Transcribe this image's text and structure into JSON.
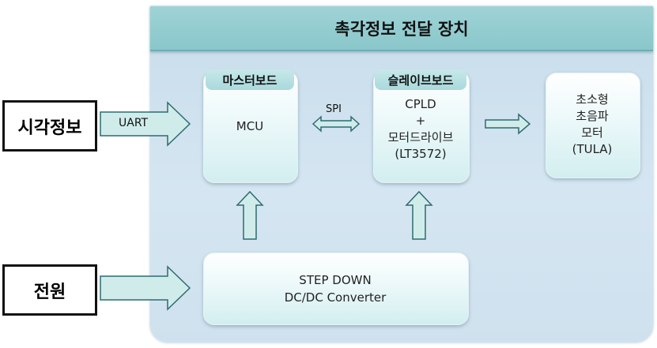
{
  "title": "촉각정보 전달 장치",
  "inputs": {
    "vision": "시각정보",
    "power": "전원"
  },
  "links": {
    "uart": "UART",
    "spi": "SPI"
  },
  "master": {
    "label": "마스터보드",
    "content": "MCU"
  },
  "slave": {
    "label": "슬레이브보드",
    "line1": "CPLD",
    "line2": "+",
    "line3": "모터드라이브",
    "line4": "(LT3572)"
  },
  "motor": {
    "line1": "초소형",
    "line2": "초음파",
    "line3": "모터",
    "line4": "(TULA)"
  },
  "converter": {
    "line1": "STEP DOWN",
    "line2": "DC/DC  Converter"
  },
  "colors": {
    "panel": "#cfe1ee",
    "title_bar": "#8fcacd",
    "arrow_fill": "#cfeceb",
    "arrow_stroke": "#2e6b6e"
  }
}
